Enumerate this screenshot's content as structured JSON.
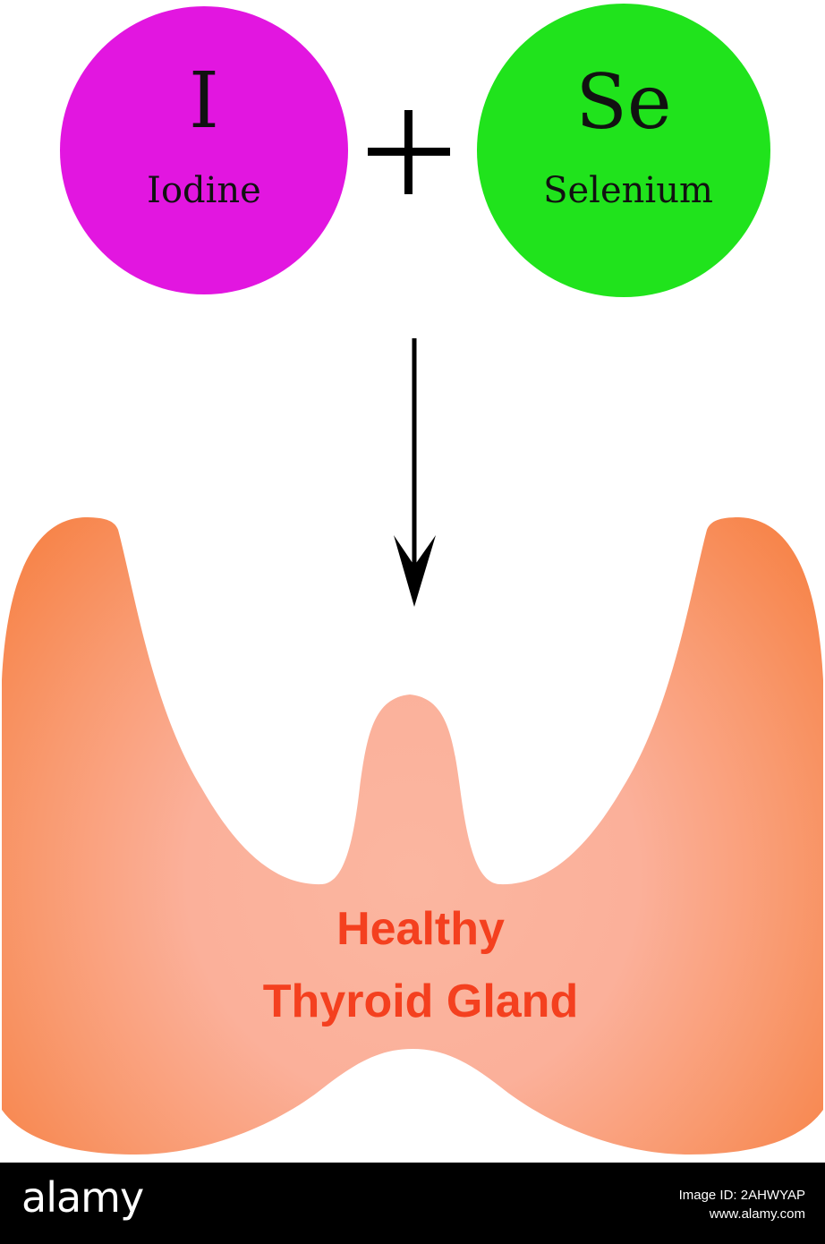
{
  "elements": {
    "iodine": {
      "symbol": "I",
      "name": "Iodine",
      "color": "#e216e0"
    },
    "selenium": {
      "symbol": "Se",
      "name": "Selenium",
      "color": "#20e31c"
    }
  },
  "operator": "+",
  "gland": {
    "caption_line_1": "Healthy",
    "caption_line_2": "Thyroid Gland",
    "caption_color": "#f4401f",
    "edge_color": "#f7854b",
    "center_color": "#fbb6a0"
  },
  "footer": {
    "logo": "alamy",
    "image_id": "Image ID: 2AHWYAP",
    "site": "www.alamy.com"
  }
}
